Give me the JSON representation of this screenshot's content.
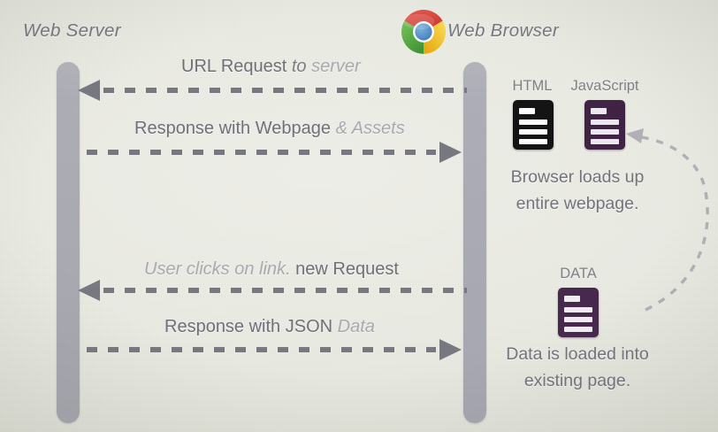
{
  "diagram": {
    "title_left": "Web Server",
    "title_right": "Web Browser",
    "browser_logo": "chrome-logo"
  },
  "messages": [
    {
      "id": "url-request",
      "direction": "right-to-left",
      "parts": [
        {
          "text": "URL Request ",
          "style": "strong"
        },
        {
          "text": "to ",
          "style": "em-dark"
        },
        {
          "text": "server",
          "style": "em-light"
        }
      ],
      "full_text": "URL Request to server"
    },
    {
      "id": "response-webpage",
      "direction": "left-to-right",
      "parts": [
        {
          "text": "Response with Webpage ",
          "style": "strong"
        },
        {
          "text": "& Assets",
          "style": "em-light"
        }
      ],
      "full_text": "Response with Webpage & Assets"
    },
    {
      "id": "new-request",
      "direction": "right-to-left",
      "parts": [
        {
          "text": "User clicks on link. ",
          "style": "em-light"
        },
        {
          "text": "new Request",
          "style": "strong"
        }
      ],
      "full_text": "User clicks on link. new Request"
    },
    {
      "id": "response-json",
      "direction": "left-to-right",
      "parts": [
        {
          "text": "Response with JSON ",
          "style": "strong"
        },
        {
          "text": "Data",
          "style": "em-light"
        }
      ],
      "full_text": "Response with JSON Data"
    }
  ],
  "message_text": {
    "m0_p0": "URL Request ",
    "m0_p1": "to ",
    "m0_p2": "server",
    "m1_p0": "Response with Webpage ",
    "m1_p1": "& Assets",
    "m2_p0": "User clicks on link. ",
    "m2_p1": "new Request",
    "m3_p0": "Response with JSON ",
    "m3_p1": "Data"
  },
  "file_icons": [
    {
      "id": "html-icon",
      "label": "HTML",
      "color": "#101010",
      "line_color": "#ffffff"
    },
    {
      "id": "javascript-icon",
      "label": "JavaScript",
      "color": "#3d1f42",
      "line_color": "#e7dcea"
    },
    {
      "id": "data-icon",
      "label": "DATA",
      "color": "#45254b",
      "line_color": "#efe6f1"
    }
  ],
  "icon_labels": {
    "html": "HTML",
    "javascript": "JavaScript",
    "data": "DATA"
  },
  "captions": {
    "browser_loads": "Browser loads up\nentire webpage.",
    "data_loaded": "Data is loaded into\nexisting page."
  },
  "colors": {
    "background": "#e9eae2",
    "lifeline": "#a9a9b2",
    "arrow": "#76767f",
    "curve_arrow": "#b0adb5",
    "text_dark": "#70707a",
    "text_light": "#a9a9b0",
    "html_black": "#101010",
    "js_purple": "#3d1f42",
    "data_purple": "#45254b"
  },
  "chrome_logo_colors": {
    "red": "#d73f35",
    "yellow": "#f3c11a",
    "green": "#5bb045",
    "blue": "#4d90cd",
    "white": "#ffffff"
  }
}
